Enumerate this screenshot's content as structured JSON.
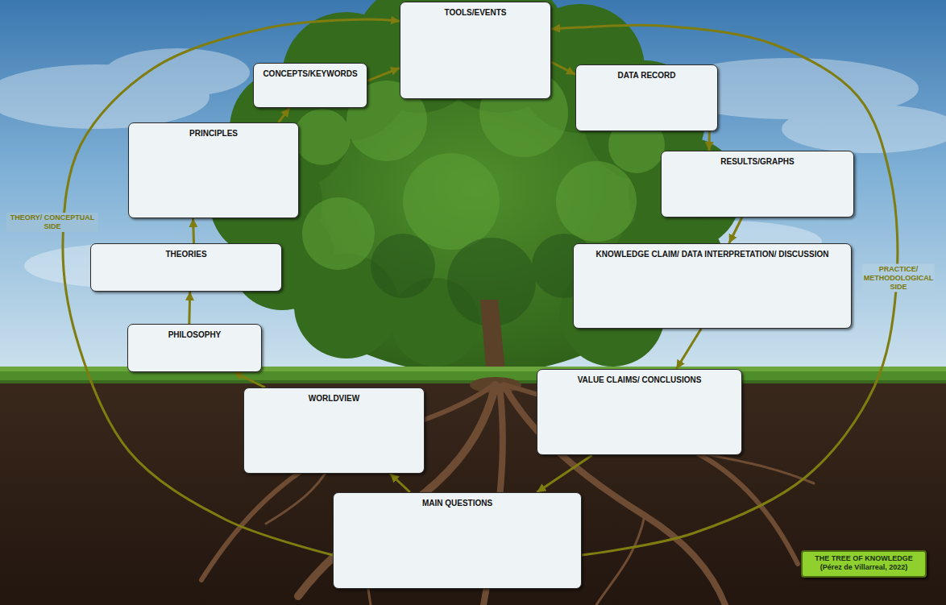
{
  "diagram": {
    "nodes": [
      {
        "text": [
          "TOOLS/EVENTS"
        ]
      },
      {
        "text": [
          "CONCEPTS/KEYWORDS"
        ]
      },
      {
        "text": [
          "DATA RECORD"
        ]
      },
      {
        "text": [
          "PRINCIPLES"
        ]
      },
      {
        "text": [
          "RESULTS/GRAPHS"
        ]
      },
      {
        "text": [
          "THEORIES"
        ]
      },
      {
        "text": [
          "KNOWLEDGE CLAIM/ DATA INTERPRETATION/ DISCUSSION"
        ]
      },
      {
        "text": [
          "PHILOSOPHY"
        ]
      },
      {
        "text": [
          "WORLDVIEW"
        ]
      },
      {
        "text": [
          "VALUE CLAIMS/ CONCLUSIONS"
        ]
      },
      {
        "text": [
          "MAIN QUESTIONS"
        ]
      },
      {
        "text": [
          "THE TREE OF KNOWLEDGE (Pérez de Villarreal, 2022)"
        ]
      }
    ],
    "edges": [
      {
        "from": 10,
        "to": 8,
        "arrow": "to"
      },
      {
        "from": 8,
        "to": 7,
        "arrow": "to"
      },
      {
        "from": 7,
        "to": 5,
        "arrow": "to"
      },
      {
        "from": 5,
        "to": 3,
        "arrow": "to"
      },
      {
        "from": 3,
        "to": 1,
        "arrow": "to"
      },
      {
        "from": 1,
        "to": 0,
        "arrow": "to"
      },
      {
        "from": 0,
        "to": 2,
        "arrow": "to"
      },
      {
        "from": 2,
        "to": 4,
        "arrow": "to"
      },
      {
        "from": 4,
        "to": 6,
        "arrow": "to"
      },
      {
        "from": 6,
        "to": 9,
        "arrow": "to"
      },
      {
        "from": 9,
        "to": 10,
        "arrow": "to"
      },
      {
        "from": 10,
        "to": 0,
        "arrow": "to",
        "label": "THEORY/ CONCEPTUAL SIDE"
      },
      {
        "from": 10,
        "to": 0,
        "arrow": "to",
        "label": "PRACTICE/ METHODOLOGICAL SIDE"
      }
    ]
  }
}
